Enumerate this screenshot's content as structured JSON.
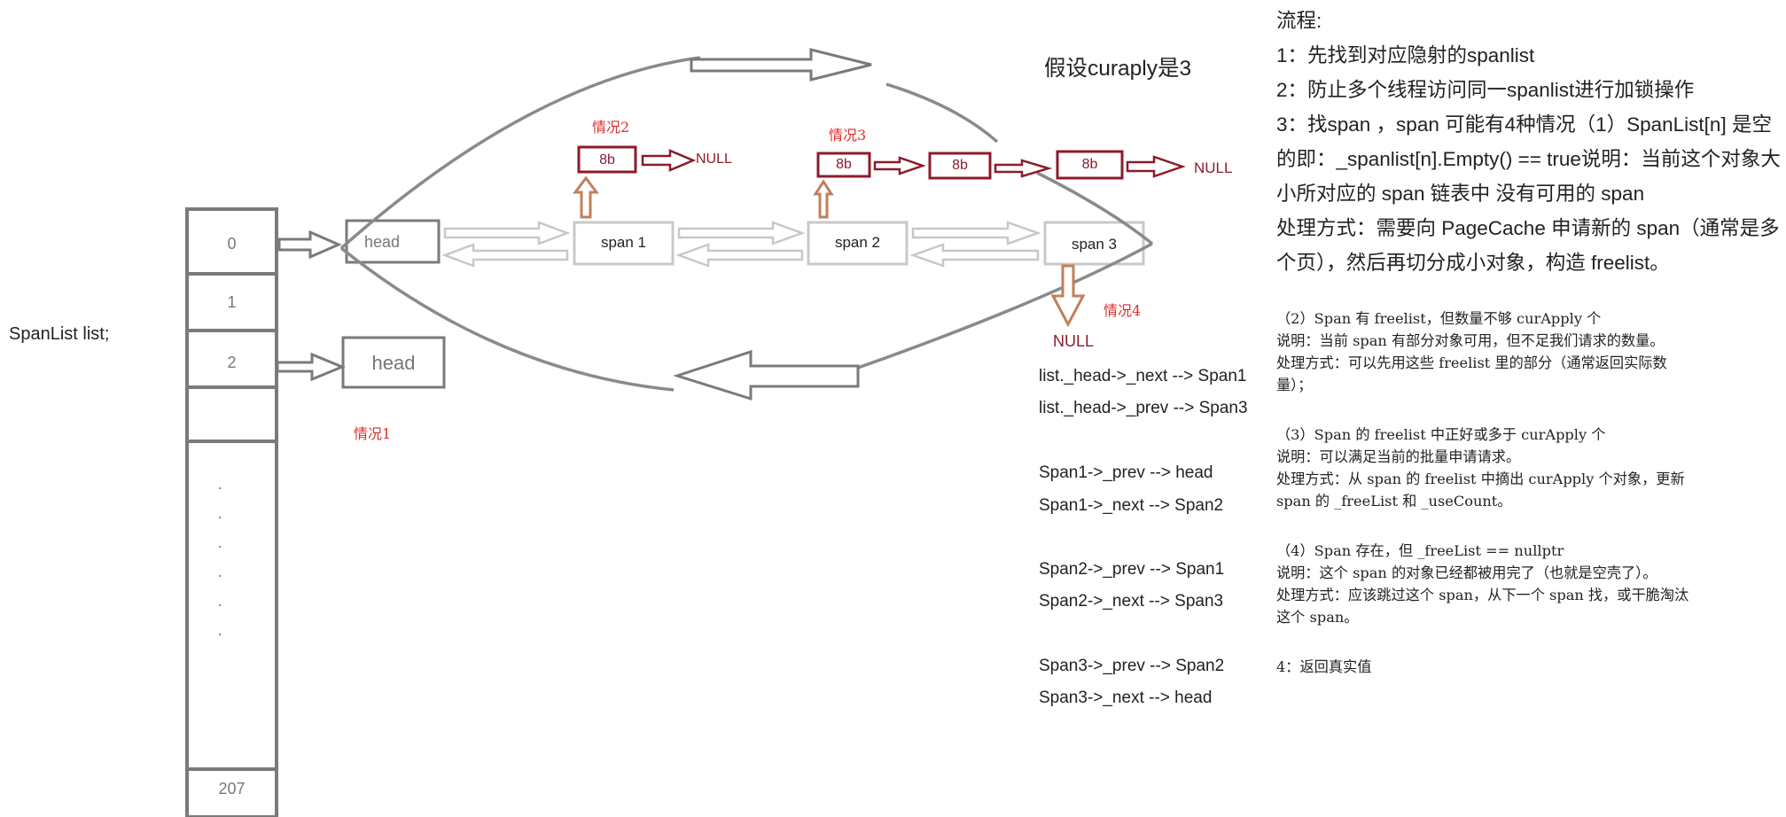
{
  "left_label": "SpanList list;",
  "assumption": "假设curaply是3",
  "array": {
    "indices": [
      "0",
      "1",
      "2",
      "207"
    ],
    "dots": [
      "·",
      "·",
      "·",
      "·",
      "·",
      "·"
    ]
  },
  "list_nodes": {
    "head": "head",
    "span1": "span 1",
    "span2": "span 2",
    "span3": "span 3"
  },
  "lone_head": "head",
  "cases": {
    "case1": "情况1",
    "case2": "情况2",
    "case3": "情况3",
    "case4": "情况4"
  },
  "blocks": {
    "b1": "8b",
    "b2": "8b",
    "b3": "8b",
    "b4": "8b",
    "null1": "NULL",
    "null2": "NULL",
    "null_down": "NULL"
  },
  "pointers": [
    "list._head->_next --> Span1",
    "list._head->_prev --> Span3",
    "Span1->_prev --> head",
    "Span1->_next --> Span2",
    "Span2->_prev --> Span1",
    "Span2->_next --> Span3",
    "Span3->_prev --> Span2",
    "Span3->_next --> head"
  ],
  "flow": {
    "title": "流程:",
    "step1": "1：先找到对应隐射的spanlist",
    "step2": "2：防止多个线程访问同一spanlist进行加锁操作",
    "step3": "3：找span ，span 可能有4种情况（1）SpanList[n] 是空的即：_spanlist[n].Empty() == true说明：当前这个对象大小所对应的 span 链表中 没有可用的 span",
    "step3_handle": "处理方式：需要向 PageCache 申请新的 span（通常是多个页），然后再切分成小对象，构造 freelist。",
    "case2": "（2）Span 有 freelist，但数量不够 curApply 个\n说明：当前 span 有部分对象可用，但不足我们请求的数量。\n处理方式：可以先用这些 freelist 里的部分（通常返回实际数\n量）；",
    "case3": "（3）Span 的 freelist 中正好或多于 curApply 个\n说明：可以满足当前的批量申请请求。\n处理方式：从 span 的 freelist 中摘出 curApply 个对象，更新\nspan 的 _freeList 和 _useCount。",
    "case4": "（4）Span 存在，但 _freeList == nullptr\n说明：这个 span 的对象已经都被用完了（也就是空壳了）。\n处理方式：应该跳过这个 span，从下一个 span 找，或干脆淘汰\n这个 span。",
    "step4": "4：返回真实值"
  },
  "colors": {
    "box_gray": "#7a7a7a",
    "light_gray": "#c8c8c8",
    "dark_red": "#8b1c2a",
    "red_text": "#e02b2b",
    "orange_arrow": "#c0805a"
  }
}
